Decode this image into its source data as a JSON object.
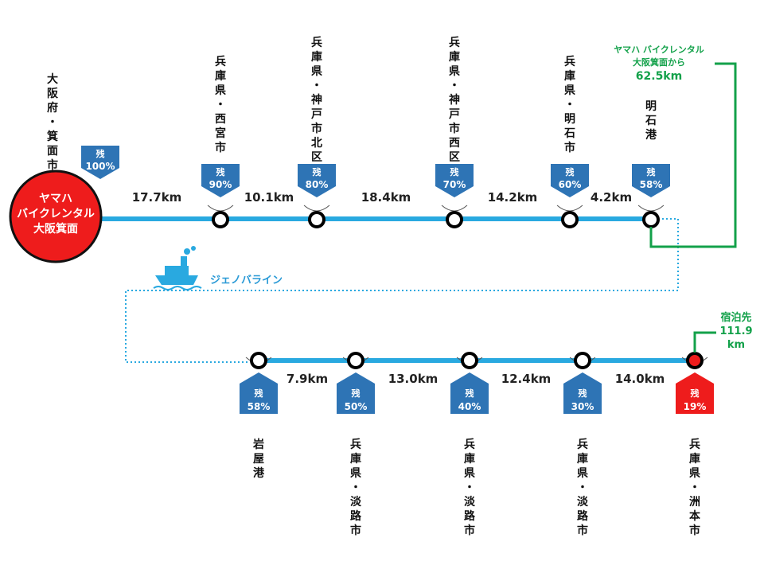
{
  "colors": {
    "route": "#29a9e0",
    "tag": "#2e74b5",
    "tag_final": "#ee1c1c",
    "origin": "#ee1c1c",
    "green": "#13a14a",
    "ferry": "#29a9e0"
  },
  "origin": {
    "lines": [
      "ヤマハ",
      "バイクレンタル",
      "大阪箕面"
    ],
    "place": "大阪府・箕面市",
    "tag_kanji": "残",
    "tag_pct": "100%"
  },
  "top_stops": [
    {
      "place": "兵庫県・西宮市",
      "tag_kanji": "残",
      "tag_pct": "90%"
    },
    {
      "place": "兵庫県・神戸市北区",
      "tag_kanji": "残",
      "tag_pct": "80%"
    },
    {
      "place": "兵庫県・神戸市西区",
      "tag_kanji": "残",
      "tag_pct": "70%"
    },
    {
      "place": "兵庫県・明石市",
      "tag_kanji": "残",
      "tag_pct": "60%"
    },
    {
      "place": "明石港",
      "tag_kanji": "残",
      "tag_pct": "58%"
    }
  ],
  "top_distances": [
    "17.7km",
    "10.1km",
    "18.4km",
    "14.2km",
    "4.2km"
  ],
  "bottom_stops": [
    {
      "place": "岩屋港",
      "tag_kanji": "残",
      "tag_pct": "58%"
    },
    {
      "place": "兵庫県・淡路市",
      "tag_kanji": "残",
      "tag_pct": "50%"
    },
    {
      "place": "兵庫県・淡路市",
      "tag_kanji": "残",
      "tag_pct": "40%"
    },
    {
      "place": "兵庫県・淡路市",
      "tag_kanji": "残",
      "tag_pct": "30%"
    },
    {
      "place": "兵庫県・洲本市",
      "tag_kanji": "残",
      "tag_pct": "19%"
    }
  ],
  "bottom_distances": [
    "7.9km",
    "13.0km",
    "12.4km",
    "14.0km"
  ],
  "ferry": {
    "label": "ジェノバライン",
    "icon": "ship-icon"
  },
  "akashi_note": {
    "lines": [
      "ヤマハ バイクレンタル",
      "大阪箕面から"
    ],
    "value": "62.5km"
  },
  "destination_note": {
    "lines": [
      "宿泊先",
      "111.9",
      "km"
    ]
  }
}
